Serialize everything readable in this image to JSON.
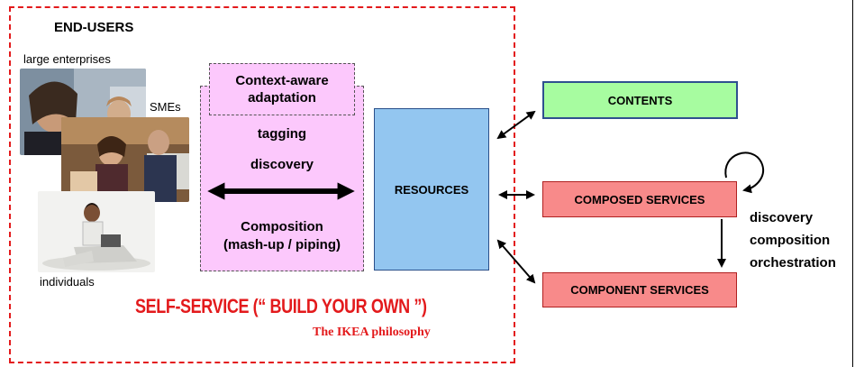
{
  "end_users": {
    "title": "END-USERS",
    "groups": [
      "large enterprises",
      "SMEs",
      "individuals"
    ]
  },
  "context_box": {
    "line1": "Context-aware",
    "line2": "adaptation"
  },
  "capabilities": {
    "tagging": "tagging",
    "discovery": "discovery",
    "composition_line1": "Composition",
    "composition_line2": "(mash-up / piping)"
  },
  "resources": "RESOURCES",
  "contents": "CONTENTS",
  "composed_services": "COMPOSED SERVICES",
  "component_services": "COMPONENT SERVICES",
  "service_processes": [
    "discovery",
    "composition",
    "orchestration"
  ],
  "self_service": "SELF-SERVICE  (“ BUILD YOUR OWN ”)",
  "ikea": "The IKEA philosophy",
  "colors": {
    "dashed_border": "#e31a1c",
    "pink_box": "#fcc8fc",
    "resources_box": "#93c6f0",
    "contents_box": "#a7fca0",
    "services_box": "#f88a8a"
  }
}
